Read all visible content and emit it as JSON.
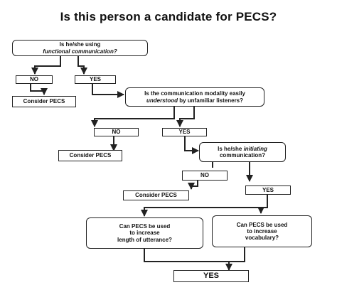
{
  "title": "Is this person a candidate for PECS?",
  "nodes": {
    "q1": {
      "line1": "Is he/she using",
      "line2": "functional communication?"
    },
    "q1_no": "NO",
    "q1_yes": "YES",
    "q1_consider": "Consider PECS",
    "q2": {
      "line1": "Is the communication modality easily",
      "line2_italic": "understood",
      "line2_rest": " by unfamiliar listeners?"
    },
    "q2_no": "NO",
    "q2_yes": "YES",
    "q2_consider": "Consider PECS",
    "q3": {
      "line1_pre": "Is he/she ",
      "line1_italic": "initiating",
      "line2": "communication?"
    },
    "q3_no": "NO",
    "q3_yes": "YES",
    "q3_consider": "Consider PECS",
    "q4": {
      "line1": "Can PECS be used",
      "line2": "to increase",
      "line3": "length of utterance?"
    },
    "q5": {
      "line1": "Can PECS be used",
      "line2": "to increase",
      "line3": "vocabulary?"
    },
    "final_yes": "YES"
  },
  "colors": {
    "stroke": "#222222",
    "text": "#111111"
  }
}
